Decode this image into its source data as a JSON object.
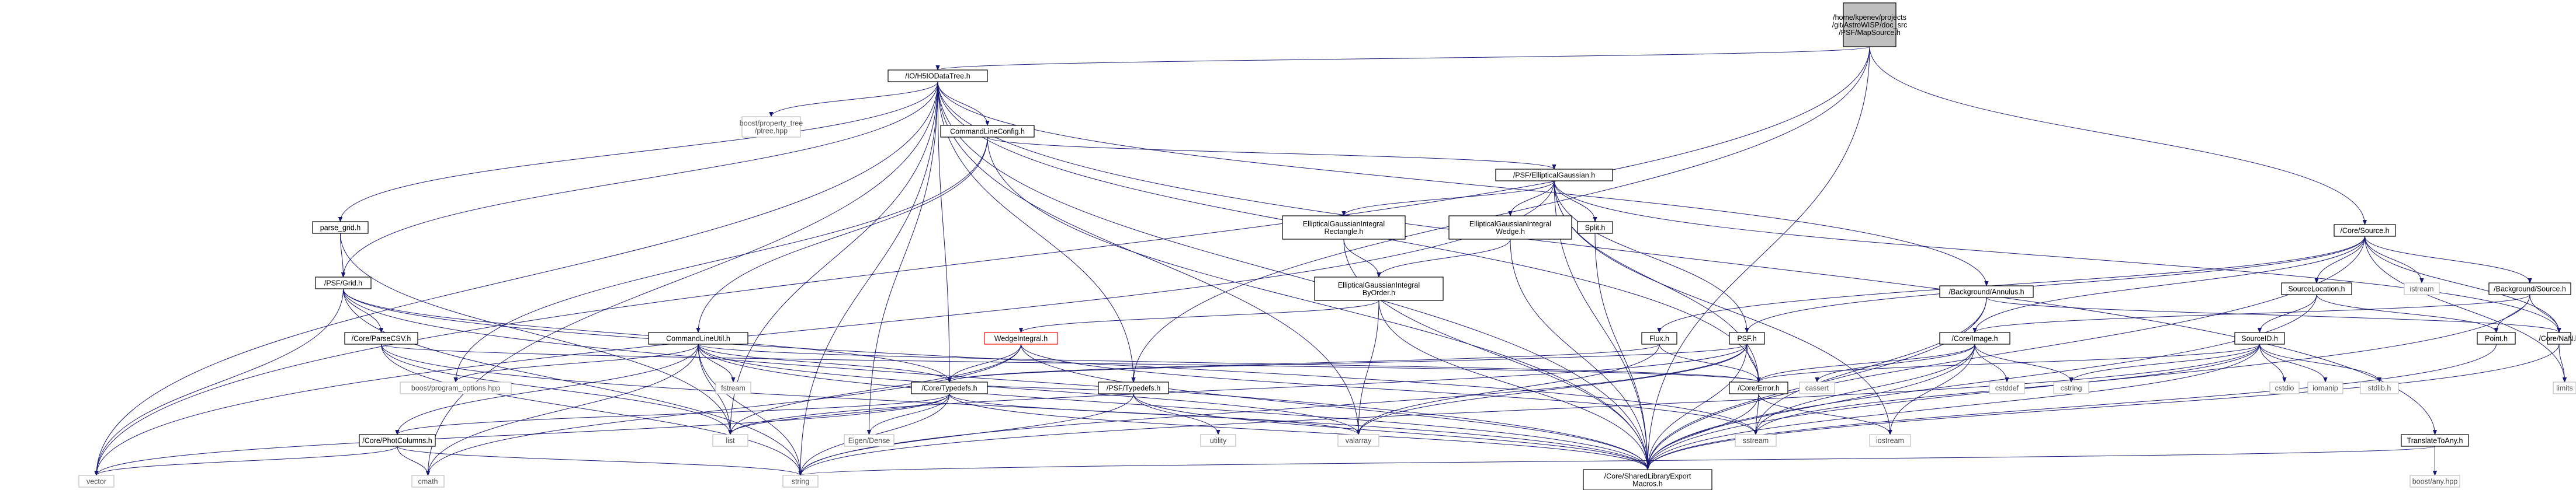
{
  "graph": {
    "nodes": [
      {
        "id": "root",
        "lines": [
          "/home/kpenev/projects",
          "/git/AstroWISP/doc_src",
          "/PSF/MapSource.h"
        ],
        "style": "root"
      },
      {
        "id": "h5io",
        "lines": [
          "/IO/H5IODataTree.h"
        ],
        "style": "normal"
      },
      {
        "id": "coresource",
        "lines": [
          "/Core/Source.h"
        ],
        "style": "normal"
      },
      {
        "id": "ptree",
        "lines": [
          "boost/property_tree",
          "/ptree.hpp"
        ],
        "style": "ext"
      },
      {
        "id": "cmdlinecfg",
        "lines": [
          "CommandLineConfig.h"
        ],
        "style": "normal"
      },
      {
        "id": "ellgauss",
        "lines": [
          "/PSF/EllipticalGaussian.h"
        ],
        "style": "normal"
      },
      {
        "id": "bgannulus",
        "lines": [
          "/Background/Annulus.h"
        ],
        "style": "normal"
      },
      {
        "id": "parsegrid",
        "lines": [
          "parse_grid.h"
        ],
        "style": "normal"
      },
      {
        "id": "egirect",
        "lines": [
          "EllipticalGaussianIntegral",
          "Rectangle.h"
        ],
        "style": "normal"
      },
      {
        "id": "egiwedge",
        "lines": [
          "EllipticalGaussianIntegral",
          "Wedge.h"
        ],
        "style": "normal"
      },
      {
        "id": "split",
        "lines": [
          "Split.h"
        ],
        "style": "normal"
      },
      {
        "id": "egibyorder",
        "lines": [
          "EllipticalGaussianIntegral",
          "ByOrder.h"
        ],
        "style": "normal"
      },
      {
        "id": "psfgrid",
        "lines": [
          "/PSF/Grid.h"
        ],
        "style": "normal"
      },
      {
        "id": "parsecsv",
        "lines": [
          "/Core/ParseCSV.h"
        ],
        "style": "normal"
      },
      {
        "id": "cmdlineutil",
        "lines": [
          "CommandLineUtil.h"
        ],
        "style": "normal"
      },
      {
        "id": "fstream",
        "lines": [
          "fstream"
        ],
        "style": "ext"
      },
      {
        "id": "programopts",
        "lines": [
          "boost/program_options.hpp"
        ],
        "style": "ext"
      },
      {
        "id": "wedgeint",
        "lines": [
          "WedgeIntegral.h"
        ],
        "style": "red"
      },
      {
        "id": "srcloc",
        "lines": [
          "SourceLocation.h"
        ],
        "style": "normal"
      },
      {
        "id": "istream",
        "lines": [
          "istream"
        ],
        "style": "ext"
      },
      {
        "id": "bgsource",
        "lines": [
          "/Background/Source.h"
        ],
        "style": "normal"
      },
      {
        "id": "flux",
        "lines": [
          "Flux.h"
        ],
        "style": "normal"
      },
      {
        "id": "psfh",
        "lines": [
          "PSF.h"
        ],
        "style": "normal"
      },
      {
        "id": "coreimage",
        "lines": [
          "/Core/Image.h"
        ],
        "style": "normal"
      },
      {
        "id": "sourceid",
        "lines": [
          "SourceID.h"
        ],
        "style": "normal"
      },
      {
        "id": "point",
        "lines": [
          "Point.h"
        ],
        "style": "normal"
      },
      {
        "id": "nan",
        "lines": [
          "/Core/NaN.h"
        ],
        "style": "normal"
      },
      {
        "id": "coretypedefs",
        "lines": [
          "/Core/Typedefs.h"
        ],
        "style": "normal"
      },
      {
        "id": "psftypedefs",
        "lines": [
          "/PSF/Typedefs.h"
        ],
        "style": "normal"
      },
      {
        "id": "coreerror",
        "lines": [
          "/Core/Error.h"
        ],
        "style": "normal"
      },
      {
        "id": "cassert",
        "lines": [
          "cassert"
        ],
        "style": "ext"
      },
      {
        "id": "cstddef",
        "lines": [
          "cstddef"
        ],
        "style": "ext"
      },
      {
        "id": "cstring",
        "lines": [
          "cstring"
        ],
        "style": "ext"
      },
      {
        "id": "cstdio",
        "lines": [
          "cstdio"
        ],
        "style": "ext"
      },
      {
        "id": "iomanip",
        "lines": [
          "iomanip"
        ],
        "style": "ext"
      },
      {
        "id": "stdlib",
        "lines": [
          "stdlib.h"
        ],
        "style": "ext"
      },
      {
        "id": "limits",
        "lines": [
          "limits"
        ],
        "style": "ext"
      },
      {
        "id": "photcolumns",
        "lines": [
          "/Core/PhotColumns.h"
        ],
        "style": "normal"
      },
      {
        "id": "eigendense",
        "lines": [
          "Eigen/Dense"
        ],
        "style": "ext"
      },
      {
        "id": "list",
        "lines": [
          "list"
        ],
        "style": "ext"
      },
      {
        "id": "utility",
        "lines": [
          "utility"
        ],
        "style": "ext"
      },
      {
        "id": "valarray",
        "lines": [
          "valarray"
        ],
        "style": "ext"
      },
      {
        "id": "sstream",
        "lines": [
          "sstream"
        ],
        "style": "ext"
      },
      {
        "id": "iostream",
        "lines": [
          "iostream"
        ],
        "style": "ext"
      },
      {
        "id": "translate",
        "lines": [
          "TranslateToAny.h"
        ],
        "style": "normal"
      },
      {
        "id": "vector",
        "lines": [
          "vector"
        ],
        "style": "ext"
      },
      {
        "id": "cmath",
        "lines": [
          "cmath"
        ],
        "style": "ext"
      },
      {
        "id": "string",
        "lines": [
          "string"
        ],
        "style": "ext"
      },
      {
        "id": "sharedlib",
        "lines": [
          "/Core/SharedLibraryExport",
          "Macros.h"
        ],
        "style": "normal"
      },
      {
        "id": "boostany",
        "lines": [
          "boost/any.hpp"
        ],
        "style": "ext"
      }
    ],
    "edges": [
      [
        "root",
        "h5io"
      ],
      [
        "root",
        "coresource"
      ],
      [
        "root",
        "psftypedefs"
      ],
      [
        "root",
        "vector"
      ],
      [
        "root",
        "sharedlib"
      ],
      [
        "h5io",
        "ptree"
      ],
      [
        "h5io",
        "cmdlinecfg"
      ],
      [
        "h5io",
        "parsegrid"
      ],
      [
        "h5io",
        "psfgrid"
      ],
      [
        "h5io",
        "bgannulus"
      ],
      [
        "h5io",
        "coretypedefs"
      ],
      [
        "h5io",
        "psftypedefs"
      ],
      [
        "h5io",
        "coreerror"
      ],
      [
        "h5io",
        "translate"
      ],
      [
        "h5io",
        "eigendense"
      ],
      [
        "h5io",
        "valarray"
      ],
      [
        "h5io",
        "list"
      ],
      [
        "h5io",
        "string"
      ],
      [
        "h5io",
        "vector"
      ],
      [
        "h5io",
        "cmath"
      ],
      [
        "h5io",
        "sharedlib"
      ],
      [
        "cmdlinecfg",
        "ellgauss"
      ],
      [
        "cmdlinecfg",
        "cmdlineutil"
      ],
      [
        "cmdlinecfg",
        "programopts"
      ],
      [
        "cmdlinecfg",
        "sharedlib"
      ],
      [
        "ellgauss",
        "egirect"
      ],
      [
        "ellgauss",
        "egiwedge"
      ],
      [
        "ellgauss",
        "split"
      ],
      [
        "ellgauss",
        "psfh"
      ],
      [
        "ellgauss",
        "nan"
      ],
      [
        "ellgauss",
        "vector"
      ],
      [
        "ellgauss",
        "sharedlib"
      ],
      [
        "ellgauss",
        "iostream"
      ],
      [
        "ellgauss",
        "coreerror"
      ],
      [
        "egirect",
        "egibyorder"
      ],
      [
        "egirect",
        "sharedlib"
      ],
      [
        "egiwedge",
        "egibyorder"
      ],
      [
        "egiwedge",
        "sharedlib"
      ],
      [
        "split",
        "sharedlib"
      ],
      [
        "egibyorder",
        "wedgeint"
      ],
      [
        "egibyorder",
        "valarray"
      ],
      [
        "egibyorder",
        "sharedlib"
      ],
      [
        "wedgeint",
        "coretypedefs"
      ],
      [
        "wedgeint",
        "list"
      ],
      [
        "wedgeint",
        "sharedlib"
      ],
      [
        "wedgeint",
        "cmath"
      ],
      [
        "wedgeint",
        "sstream"
      ],
      [
        "parsegrid",
        "psfgrid"
      ],
      [
        "parsegrid",
        "list"
      ],
      [
        "psfgrid",
        "parsecsv"
      ],
      [
        "psfgrid",
        "coretypedefs"
      ],
      [
        "psfgrid",
        "vector"
      ],
      [
        "psfgrid",
        "string"
      ],
      [
        "psfgrid",
        "sharedlib"
      ],
      [
        "psfgrid",
        "sstream"
      ],
      [
        "parsecsv",
        "coreerror"
      ],
      [
        "parsecsv",
        "list"
      ],
      [
        "parsecsv",
        "string"
      ],
      [
        "parsecsv",
        "sharedlib"
      ],
      [
        "cmdlineutil",
        "fstream"
      ],
      [
        "cmdlineutil",
        "programopts"
      ],
      [
        "cmdlineutil",
        "coretypedefs"
      ],
      [
        "cmdlineutil",
        "coreerror"
      ],
      [
        "cmdlineutil",
        "photcolumns"
      ],
      [
        "cmdlineutil",
        "list"
      ],
      [
        "cmdlineutil",
        "string"
      ],
      [
        "cmdlineutil",
        "sharedlib"
      ],
      [
        "cmdlineutil",
        "valarray"
      ],
      [
        "cmdlineutil",
        "cmath"
      ],
      [
        "coresource",
        "srcloc"
      ],
      [
        "coresource",
        "istream"
      ],
      [
        "coresource",
        "bgsource"
      ],
      [
        "coresource",
        "flux"
      ],
      [
        "coresource",
        "psfh"
      ],
      [
        "coresource",
        "nan"
      ],
      [
        "coresource",
        "limits"
      ],
      [
        "coresource",
        "sharedlib"
      ],
      [
        "coresource",
        "coreimage"
      ],
      [
        "srcloc",
        "sourceid"
      ],
      [
        "srcloc",
        "point"
      ],
      [
        "srcloc",
        "sharedlib"
      ],
      [
        "bgsource",
        "point"
      ],
      [
        "bgsource",
        "nan"
      ],
      [
        "bgsource",
        "sharedlib"
      ],
      [
        "bgsource",
        "coreimage"
      ],
      [
        "bgannulus",
        "sharedlib"
      ],
      [
        "bgannulus",
        "nan"
      ],
      [
        "bgannulus",
        "sstream"
      ],
      [
        "flux",
        "coretypedefs"
      ],
      [
        "flux",
        "coreerror"
      ],
      [
        "flux",
        "valarray"
      ],
      [
        "psfh",
        "coretypedefs"
      ],
      [
        "psfh",
        "coreerror"
      ],
      [
        "psfh",
        "list"
      ],
      [
        "psfh",
        "valarray"
      ],
      [
        "psfh",
        "sharedlib"
      ],
      [
        "psfh",
        "string"
      ],
      [
        "coreimage",
        "coreerror"
      ],
      [
        "coreimage",
        "cassert"
      ],
      [
        "coreimage",
        "cstddef"
      ],
      [
        "coreimage",
        "cstring"
      ],
      [
        "coreimage",
        "sstream"
      ],
      [
        "coreimage",
        "iostream"
      ],
      [
        "coreimage",
        "sharedlib"
      ],
      [
        "sourceid",
        "coreerror"
      ],
      [
        "sourceid",
        "cstdio"
      ],
      [
        "sourceid",
        "iomanip"
      ],
      [
        "sourceid",
        "stdlib"
      ],
      [
        "sourceid",
        "cstring"
      ],
      [
        "sourceid",
        "sstream"
      ],
      [
        "sourceid",
        "string"
      ],
      [
        "sourceid",
        "sharedlib"
      ],
      [
        "point",
        "sharedlib"
      ],
      [
        "nan",
        "limits"
      ],
      [
        "nan",
        "sharedlib"
      ],
      [
        "coretypedefs",
        "photcolumns"
      ],
      [
        "coretypedefs",
        "eigendense"
      ],
      [
        "coretypedefs",
        "list"
      ],
      [
        "coretypedefs",
        "valarray"
      ],
      [
        "coretypedefs",
        "vector"
      ],
      [
        "coretypedefs",
        "string"
      ],
      [
        "coretypedefs",
        "sharedlib"
      ],
      [
        "psftypedefs",
        "coretypedefs"
      ],
      [
        "psftypedefs",
        "utility"
      ],
      [
        "psftypedefs",
        "string"
      ],
      [
        "psftypedefs",
        "sharedlib"
      ],
      [
        "coreerror",
        "sstream"
      ],
      [
        "coreerror",
        "iostream"
      ],
      [
        "coreerror",
        "sharedlib"
      ],
      [
        "photcolumns",
        "cmath"
      ],
      [
        "photcolumns",
        "vector"
      ],
      [
        "photcolumns",
        "string"
      ],
      [
        "translate",
        "boostany"
      ],
      [
        "translate",
        "string"
      ]
    ]
  }
}
